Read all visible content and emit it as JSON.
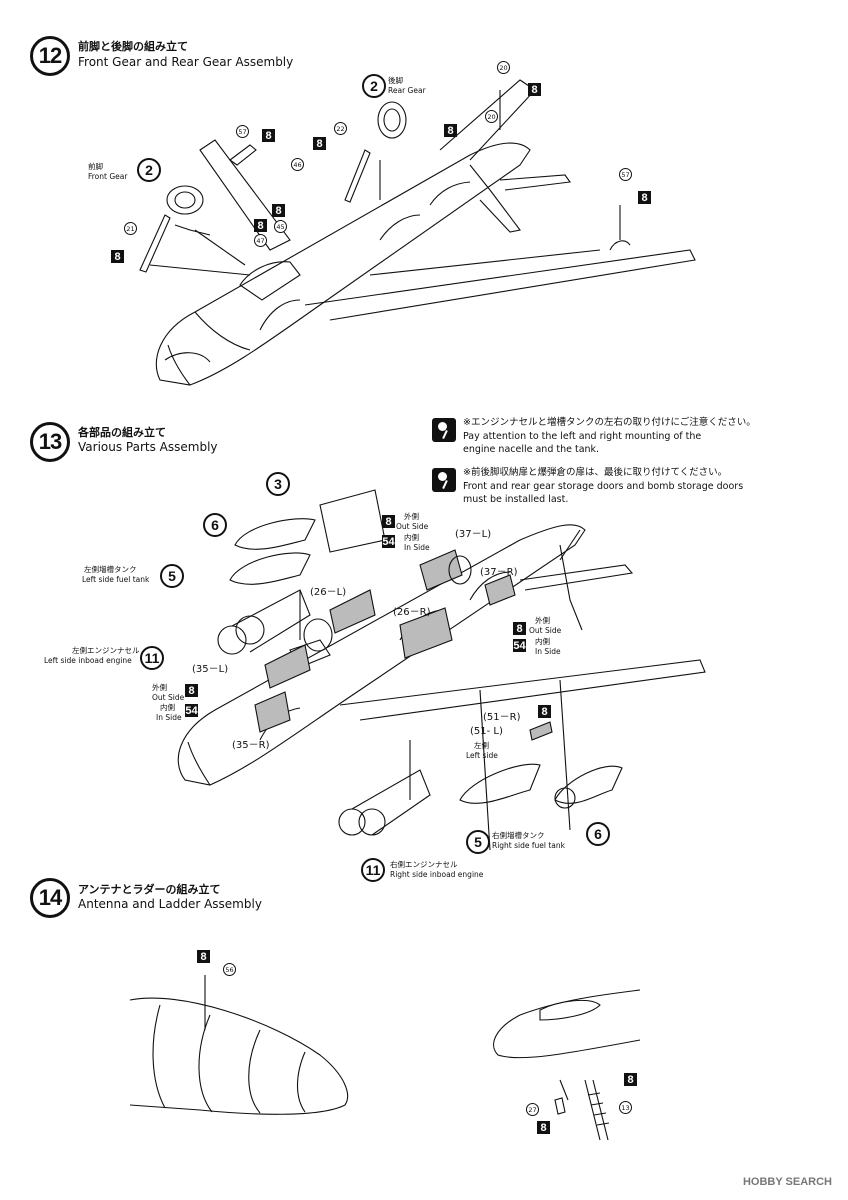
{
  "step12": {
    "number": "12",
    "jp_title": "前脚と後脚の組み立て",
    "en_title": "Front Gear and Rear Gear Assembly",
    "front_gear_jp": "前脚",
    "front_gear_en": "Front Gear",
    "rear_gear_jp": "後脚",
    "rear_gear_en": "Rear Gear",
    "part2": "2",
    "part_numbers": [
      "20",
      "20",
      "22",
      "57",
      "46",
      "45",
      "47",
      "21",
      "57"
    ],
    "paint_code": "8"
  },
  "step13": {
    "number": "13",
    "jp_title": "各部品の組み立て",
    "en_title": "Various Parts Assembly",
    "note1_jp": "※エンジンナセルと増槽タンクの左右の取り付けにご注意ください。",
    "note1_en_1": "Pay attention to the left and right mounting of the",
    "note1_en_2": "engine nacelle and the tank.",
    "note2_jp": "※前後脚収納扉と爆弾倉の扉は、最後に取り付けてください。",
    "note2_en_1": "Front and rear gear storage doors and bomb storage doors",
    "note2_en_2": "must be installed last.",
    "parts": {
      "p3": "3",
      "p6": "6",
      "p5": "5",
      "p11": "11"
    },
    "left_tank_jp": "左側増槽タンク",
    "left_tank_en": "Left side fuel tank",
    "left_engine_jp": "左側エンジンナセル",
    "left_engine_en": "Left side inboad engine",
    "right_tank_jp": "右側増槽タンク",
    "right_tank_en": "Right side fuel tank",
    "right_engine_jp": "右側エンジンナセル",
    "right_engine_en": "Right side inboad engine",
    "outside_jp": "外側",
    "outside_en": "Out Side",
    "inside_jp": "内側",
    "inside_en": "In Side",
    "left_side_jp": "左側",
    "left_side_en": "Left side",
    "paint_8": "8",
    "paint_54": "54",
    "decals": {
      "d37L": "(37－L)",
      "d37R": "(37－R)",
      "d26L": "(26－L)",
      "d26R": "(26－R)",
      "d35L": "(35－L)",
      "d35R": "(35－R)",
      "d51R": "(51－R)",
      "d51L": "(51- L)"
    }
  },
  "step14": {
    "number": "14",
    "jp_title": "アンテナとラダーの組み立て",
    "en_title": "Antenna and Ladder Assembly",
    "part56": "56",
    "part27": "27",
    "part13": "13",
    "paint_code": "8"
  },
  "footer": {
    "watermark": "HOBBY SEARCH"
  }
}
